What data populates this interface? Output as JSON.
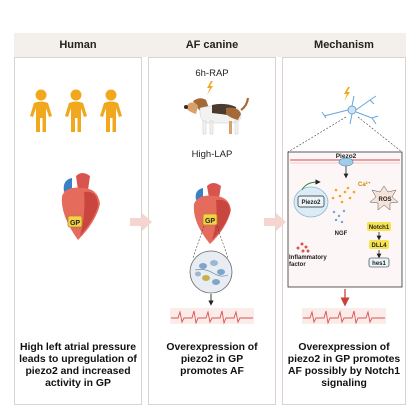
{
  "panels": [
    {
      "title": "Human",
      "caption": "High left atrial pressure leads to  upregulation of piezo2 and increased activity in GP"
    },
    {
      "title": "AF canine",
      "caption": "Overexpression of piezo2 in GP promotes AF"
    },
    {
      "title": "Mechanism",
      "caption": "Overexpression of piezo2 in GP promotes AF possibly by Notch1 signaling"
    }
  ],
  "canine": {
    "rap_label": "6h-RAP",
    "lap_label": "High-LAP",
    "gp_label": "GP"
  },
  "human": {
    "gp_label": "GP"
  },
  "mechanism": {
    "membrane_label": "Piezo2",
    "nucleus_label": "Piezo2",
    "calcium_label": "Ca²⁺",
    "ros_label": "ROS",
    "ngf_label": "NGF",
    "notch_label": "Notch1",
    "dll_label": "DLL4",
    "hes_label": "hes1",
    "inflammatory_label": "Inflammatory factor"
  },
  "colors": {
    "banner": "#f3efea",
    "person": "#f2a81d",
    "arrow_pink": "#f6d4cf",
    "red_arrow": "#c7413a",
    "ecg": "#d9534f",
    "notch_box": "#f7e34f",
    "cell_border": "#d84848"
  }
}
